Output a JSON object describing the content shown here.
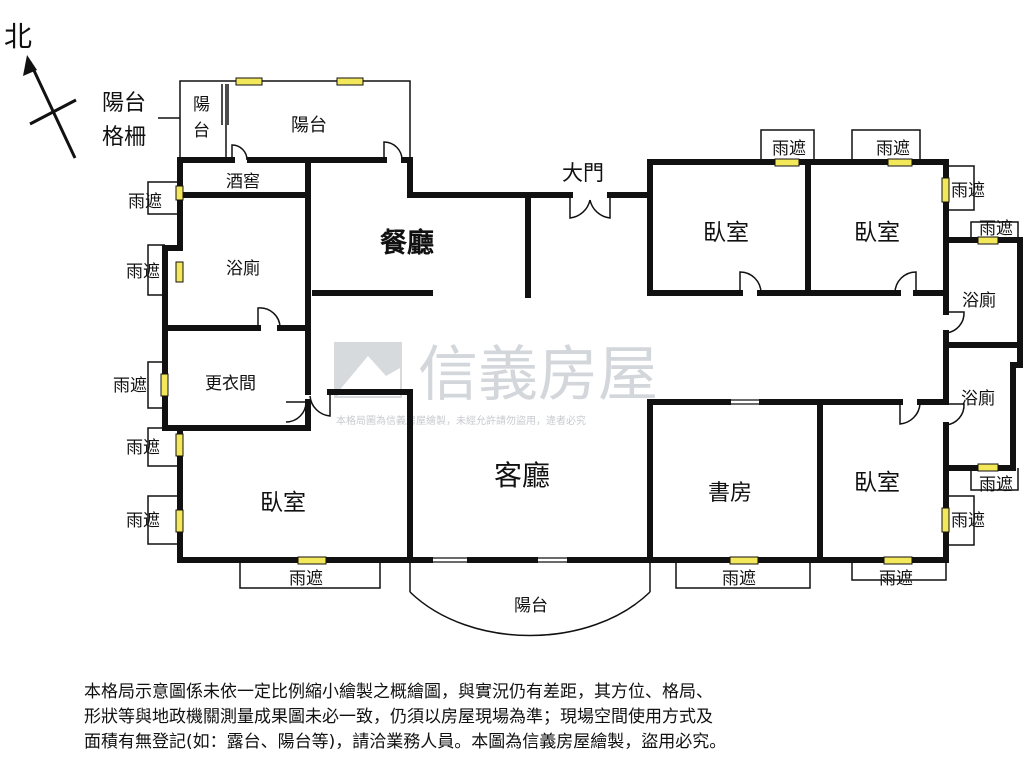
{
  "compass": {
    "north_label": "北"
  },
  "legend": {
    "balcony_grille_line1": "陽台",
    "balcony_grille_line2": "格柵"
  },
  "rooms": {
    "balcony_small_line1": "陽",
    "balcony_small_line2": "台",
    "balcony_north": "陽台",
    "wine_cellar": "酒窖",
    "dining": "餐廳",
    "main_door": "大門",
    "bedroom_ne1": "臥室",
    "bedroom_ne2": "臥室",
    "bath_west": "浴廁",
    "bath_east1": "浴廁",
    "bath_east2": "浴廁",
    "dressing_room": "更衣間",
    "bedroom_sw": "臥室",
    "living": "客廳",
    "study": "書房",
    "bedroom_se": "臥室",
    "balcony_south": "陽台"
  },
  "canopies": {
    "c1": "雨遮",
    "c2": "雨遮",
    "c3": "雨遮",
    "c4": "雨遮",
    "c5": "雨遮",
    "c6": "雨遮",
    "c7": "雨遮",
    "c8": "雨遮",
    "c9": "雨遮",
    "c10": "雨遮",
    "c11": "雨遮",
    "c12": "雨遮",
    "c13": "雨遮",
    "c14": "雨遮"
  },
  "watermark": {
    "brand": "信義房屋",
    "notice": "本格局圖為信義房屋繪製，未經允許請勿盜用，違者必究"
  },
  "disclaimer": {
    "line1": "本格局示意圖係未依一定比例縮小繪製之概繪圖，與實況仍有差距，其方位、格局、",
    "line2": "形狀等與地政機關測量成果圖未必一致，仍須以房屋現場為準；現場空間使用方式及",
    "line3": "面積有無登記(如：露台、陽台等)，請洽業務人員。本圖為信義房屋繪製，盜用必究。"
  },
  "colors": {
    "wall": "#111111",
    "window": "#f2e85a",
    "watermark": "#c9ccd0"
  }
}
